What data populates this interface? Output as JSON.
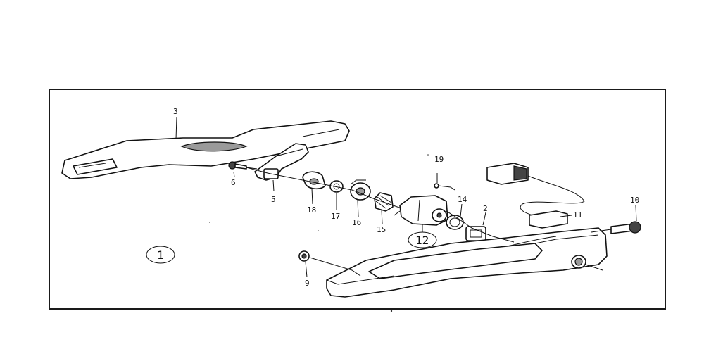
{
  "diagram": {
    "callouts": {
      "c1": "1",
      "c2": "2",
      "c3": "3",
      "c5": "5",
      "c6": "6",
      "c9": "9",
      "c10": "10",
      "c11": "11",
      "c12": "12",
      "c14": "14",
      "c15": "15",
      "c16": "16",
      "c17": "17",
      "c18": "18",
      "c19": "19"
    }
  }
}
